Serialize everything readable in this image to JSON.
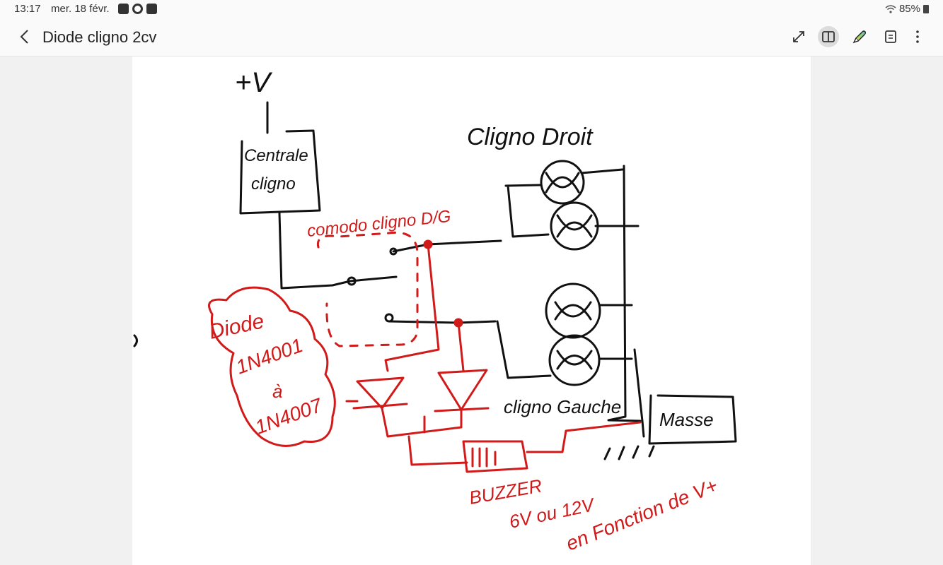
{
  "status_bar": {
    "time": "13:17",
    "date": "mer. 18 févr.",
    "battery": "85%"
  },
  "toolbar": {
    "title": "Diode cligno 2cv"
  },
  "drawing": {
    "labels": {
      "plus_v": "+V",
      "centrale_1": "Centrale",
      "centrale_2": "cligno",
      "cligno_droit": "Cligno Droit",
      "comodo": "comodo cligno D/G",
      "diode_1": "Diode",
      "diode_2": "1N4001",
      "diode_3": "à",
      "diode_4": "1N4007",
      "cligno_gauche": "cligno Gauche",
      "masse": "Masse",
      "buzzer": "BUZZER",
      "buzzer_v": "6V ou 12V",
      "buzzer_fonction": "en Fonction de V+"
    },
    "colors": {
      "ink_black": "#111111",
      "ink_red": "#d11a1a"
    }
  }
}
